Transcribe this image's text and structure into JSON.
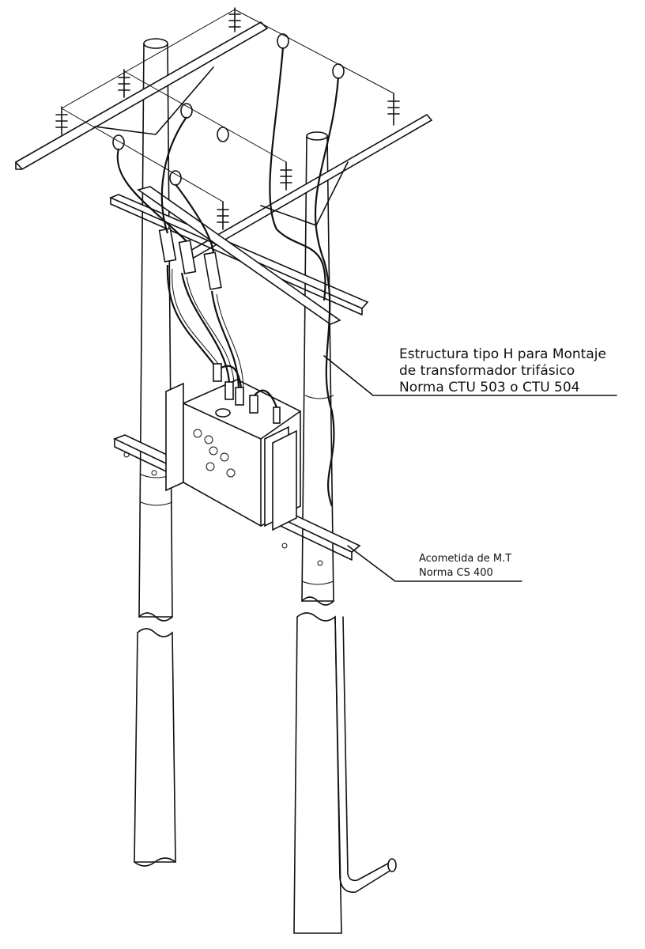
{
  "drawing": {
    "title": "H-type pole structure for three-phase transformer mounting",
    "labels": {
      "structure_line1": "Estructura tipo H para Montaje",
      "structure_line2": "de transformador trifásico",
      "structure_line3": "Norma CTU 503 o CTU 504",
      "feeder_line1": "Acometida de M.T",
      "feeder_line2": "Norma CS 400"
    }
  }
}
